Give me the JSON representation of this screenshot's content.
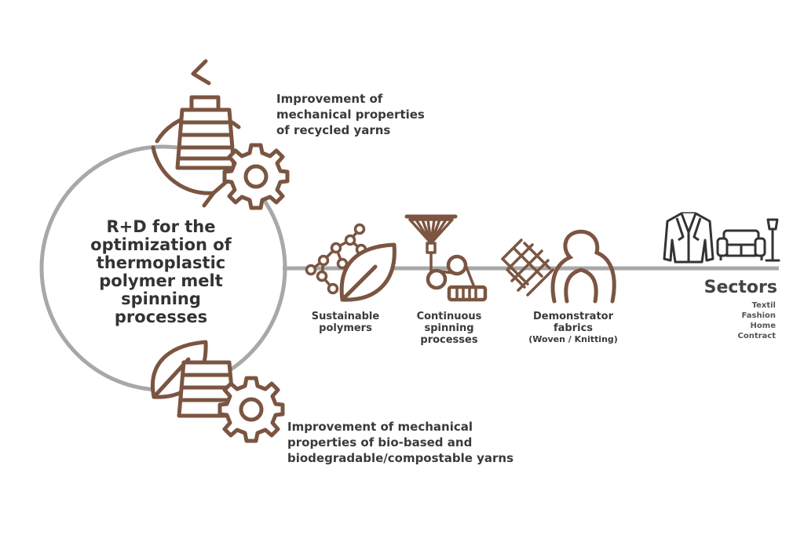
{
  "colors": {
    "brown": "#7b5541",
    "gray": "#a8a8a8",
    "text": "#333333"
  },
  "center_title": {
    "lines": [
      "R+D for the",
      "optimization of",
      "thermoplastic",
      "polymer melt",
      "spinning",
      "processes"
    ]
  },
  "top_note": {
    "lines": [
      "Improvement of",
      "mechanical properties",
      "of recycled yarns"
    ]
  },
  "bottom_note": {
    "lines": [
      "Improvement of mechanical",
      "properties of bio-based and",
      "biodegradable/compostable yarns"
    ]
  },
  "steps": [
    {
      "lines": [
        "Sustainable",
        "polymers"
      ],
      "icon": "molecule-leaf-icon"
    },
    {
      "lines": [
        "Continuous",
        "spinning",
        "processes"
      ],
      "icon": "spinning-machine-icon"
    },
    {
      "lines": [
        "Demonstrator",
        "fabrics"
      ],
      "sub": "(Woven / Knitting)",
      "icon": "fabric-icon"
    }
  ],
  "sectors": {
    "title": "Sectors",
    "items": [
      "Textil",
      "Fashion",
      "Home",
      "Contract"
    ],
    "icons": [
      "jacket-icon",
      "sofa-icon",
      "lamp-icon"
    ]
  }
}
